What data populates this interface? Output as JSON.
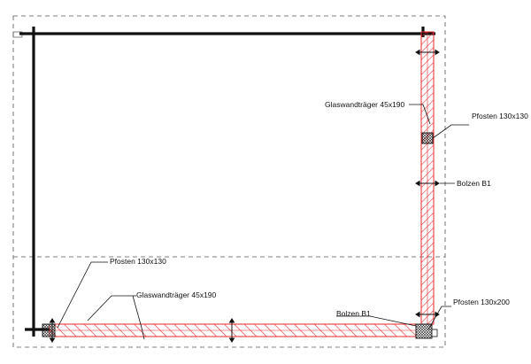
{
  "labels": {
    "glaswandtraeger_right": "Glaswandträger 45x190",
    "pfosten_top_right": "Pfosten 130x130",
    "bolzen_right": "Bolzen B1",
    "pfosten_bottom_left": "Pfosten 130x130",
    "glaswandtraeger_bottom": "Glaswandträger 45x190",
    "bolzen_bottom": "Bolzen B1",
    "pfosten_corner": "Pfosten 130x200"
  },
  "colors": {
    "wall": "#111111",
    "beam_outline": "#e8262b",
    "beam_hatch": "#e8262b",
    "dashed": "#555555",
    "text": "#111111"
  }
}
